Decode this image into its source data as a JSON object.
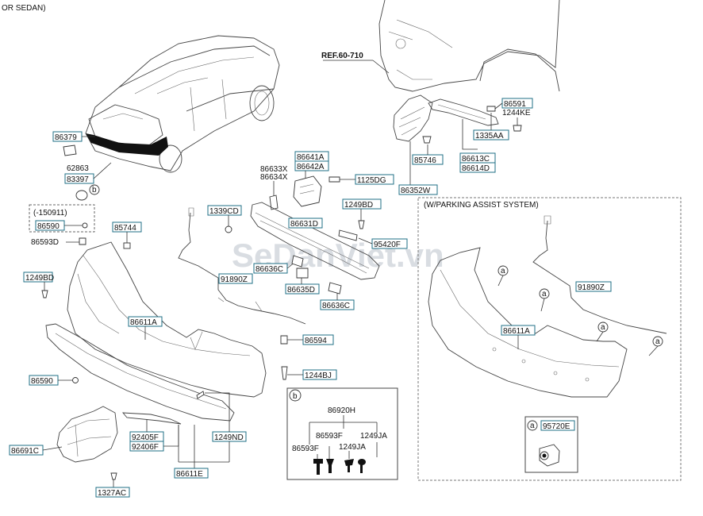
{
  "header": {
    "title": "OR SEDAN)"
  },
  "ref_label": "REF.60-710",
  "watermark": "SeDanViet.vn",
  "variant_note": "(-150911)",
  "parking_panel": {
    "title": "(W/PARKING ASSIST SYSTEM)",
    "callout": "a"
  },
  "detail_b": {
    "callout": "b"
  },
  "callouts": {
    "a": "a",
    "b": "b"
  },
  "parts": {
    "p86379": "86379",
    "p62863": "62863",
    "p83397": "83397",
    "p86590_top": "86590",
    "p85744": "85744",
    "p86593D": "86593D",
    "p1249BD_left": "1249BD",
    "p1339CD": "1339CD",
    "p86633X": "86633X",
    "p86634X": "86634X",
    "p86641A": "86641A",
    "p86642A": "86642A",
    "p1125DG": "1125DG",
    "p1249BD_mid": "1249BD",
    "p86631D": "86631D",
    "p95420F": "95420F",
    "p91890Z": "91890Z",
    "p86636C_a": "86636C",
    "p86635D": "86635D",
    "p86636C_b": "86636C",
    "p86611A": "86611A",
    "p86594": "86594",
    "p86590_low": "86590",
    "p1244BJ": "1244BJ",
    "p86691C": "86691C",
    "p92405F": "92405F",
    "p92406F": "92406F",
    "p1249ND": "1249ND",
    "p86611E": "86611E",
    "p1327AC": "1327AC",
    "p86920H": "86920H",
    "p86593F_a": "86593F",
    "p1249JA_a": "1249JA",
    "p86593F_b": "86593F",
    "p1249JA_b": "1249JA",
    "p86591": "86591",
    "p1244KE": "1244KE",
    "p1335AA": "1335AA",
    "p85746": "85746",
    "p86613C": "86613C",
    "p86614D": "86614D",
    "p86352W": "86352W",
    "p91890Z_r": "91890Z",
    "p86611A_r": "86611A",
    "p95720E": "95720E"
  }
}
